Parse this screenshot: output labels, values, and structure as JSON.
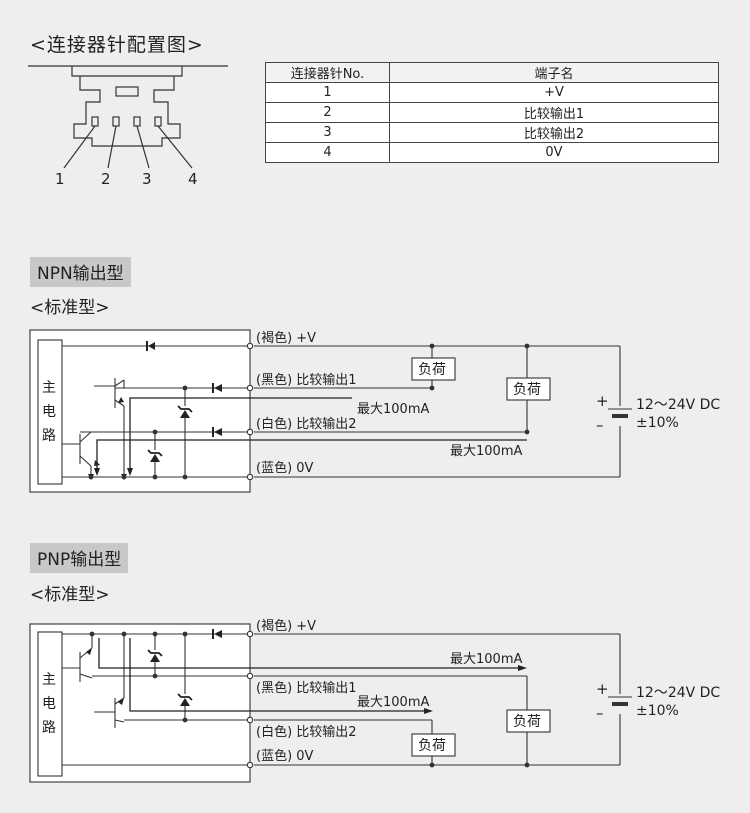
{
  "connector_title": "<连接器针配置图>",
  "pin_labels": [
    "1",
    "2",
    "3",
    "4"
  ],
  "table": {
    "headers": [
      "连接器针No.",
      "端子名"
    ],
    "rows": [
      [
        "1",
        "+V"
      ],
      [
        "2",
        "比较输出1"
      ],
      [
        "3",
        "比较输出2"
      ],
      [
        "4",
        "0V"
      ]
    ]
  },
  "npn": {
    "section_label": "NPN输出型",
    "subtitle": "<标准型>",
    "main_circuit": [
      "主",
      "电",
      "路"
    ],
    "wires": [
      "(褐色) +V",
      "(黑色) 比较输出1",
      "(白色) 比较输出2",
      "(蓝色) 0V"
    ],
    "max_current": "最大100mA",
    "load": "负荷",
    "supply": "12～24V DC",
    "tolerance": "±10%",
    "plus": "+",
    "minus": "–"
  },
  "pnp": {
    "section_label": "PNP输出型",
    "subtitle": "<标准型>",
    "main_circuit": [
      "主",
      "电",
      "路"
    ],
    "wires": [
      "(褐色) +V",
      "(黑色) 比较输出1",
      "(白色) 比较输出2",
      "(蓝色) 0V"
    ],
    "max_current": "最大100mA",
    "load": "负荷",
    "supply": "12～24V DC",
    "tolerance": "±10%",
    "plus": "+",
    "minus": "–"
  }
}
